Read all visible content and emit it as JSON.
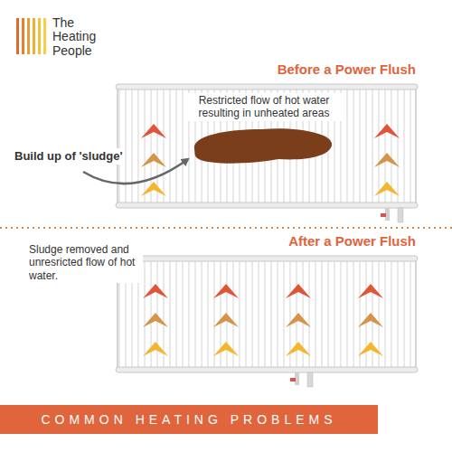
{
  "diagram": {
    "nodes": [
      {
        "text": [
          "COMMON HEATING PROBLEMS"
        ]
      }
    ],
    "labels": [
      "The Heating People",
      "Before a Power Flush",
      "Restricted flow of hot water resulting in unheated areas",
      "Build up of 'sludge'",
      "After a Power Flush",
      "Sludge removed and unresricted flow of hot water."
    ]
  }
}
